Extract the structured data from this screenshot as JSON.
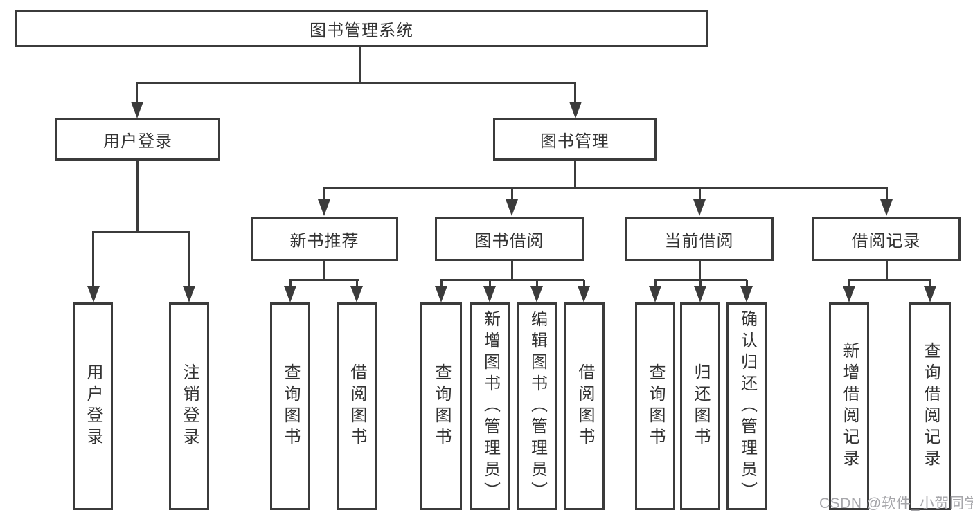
{
  "tree": {
    "root": "图书管理系统",
    "children": [
      {
        "label": "用户登录",
        "children": [
          {
            "label": "用户登录"
          },
          {
            "label": "注销登录"
          }
        ]
      },
      {
        "label": "图书管理",
        "children": [
          {
            "label": "新书推荐",
            "children": [
              {
                "label": "查询图书"
              },
              {
                "label": "借阅图书"
              }
            ]
          },
          {
            "label": "图书借阅",
            "children": [
              {
                "label": "查询图书"
              },
              {
                "label": "新增图书（管理员）"
              },
              {
                "label": "编辑图书（管理员）"
              },
              {
                "label": "借阅图书"
              }
            ]
          },
          {
            "label": "当前借阅",
            "children": [
              {
                "label": "查询图书"
              },
              {
                "label": "归还图书"
              },
              {
                "label": "确认归还（管理员）"
              }
            ]
          },
          {
            "label": "借阅记录",
            "children": [
              {
                "label": "新增借阅记录"
              },
              {
                "label": "查询借阅记录"
              }
            ]
          }
        ]
      }
    ]
  },
  "watermark": {
    "text": "CSDN @软件_小贺同学",
    "color": "#a6a6aa"
  },
  "colors": {
    "line": "#3b3b3b",
    "box_border": "#3b3b3b",
    "box_background": "#ffffff",
    "text": "#333333",
    "page_background": "#ffffff"
  }
}
